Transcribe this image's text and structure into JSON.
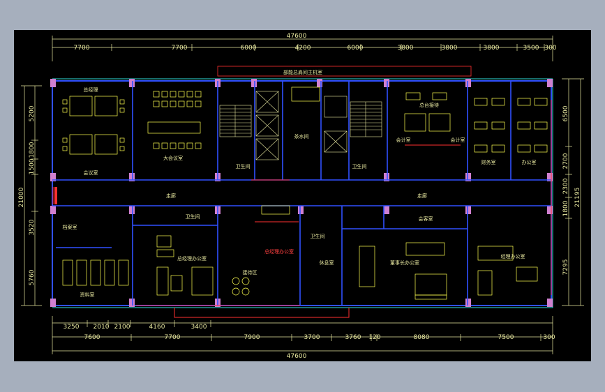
{
  "drawing": {
    "colors": {
      "background": "#000000",
      "frame": "#a6afbd",
      "wall": "#3050ff",
      "column": "#d080d0",
      "dimension": "#e8e8a0",
      "furniture": "#ffff50",
      "accent_red": "#ff3030",
      "accent_cyan": "#30e0e0"
    },
    "total_top": "47600",
    "total_bottom": "47600",
    "top_dims": [
      "7700",
      "7700",
      "6000",
      "4200",
      "6000",
      "3800",
      "3800",
      "3800",
      "3500",
      "300"
    ],
    "bottom_dims_upper": [
      "3250",
      "2010",
      "2100",
      "4160",
      "3400"
    ],
    "bottom_dims_lower": [
      "7600",
      "7700",
      "7900",
      "3700",
      "3760",
      "120",
      "8080",
      "7500",
      "300"
    ],
    "left_total": "21000",
    "left_dims": [
      "5200",
      "1800",
      "1500",
      "3520",
      "5760"
    ],
    "right_total": "21195",
    "right_dims": [
      "6500",
      "2700",
      "2300",
      "1800",
      "7295"
    ],
    "title_label": "部能总肩间主机室",
    "rooms": {
      "top_left_office": "总经理",
      "top_left_sub": "会议室",
      "big_meeting": "大会议室",
      "tea_room": "茶水间",
      "corridor_left": "走廊",
      "corridor_right": "走廊",
      "finance_left": "会计室",
      "finance_right": "会计室",
      "finance_a": "财务室",
      "finance_b": "办公室",
      "bathroom_a": "卫生间",
      "bathroom_b": "卫生间",
      "bathroom_c": "卫生间",
      "bathroom_d": "卫生间",
      "archive": "档案室",
      "files": "资料室",
      "gm_office_left": "总经理办公室",
      "reception": "接待区",
      "vip_office": "董事长办公室",
      "meeting_room": "会客室",
      "gm_office_right": "经理办公室",
      "reception_label": "总台接待",
      "annotation_red": "总经理办公室",
      "bed_room": "休息室"
    }
  }
}
